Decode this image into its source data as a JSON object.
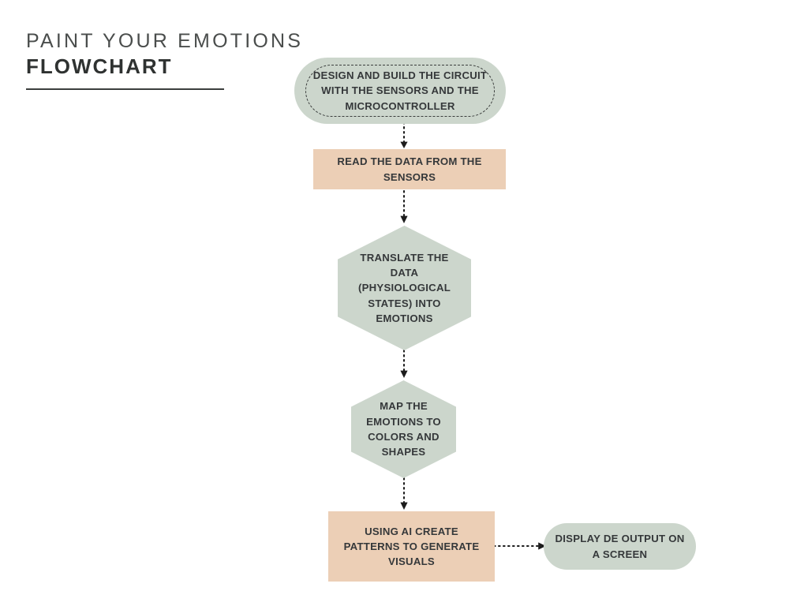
{
  "header": {
    "eyebrow": "PAINT YOUR EMOTIONS",
    "title": "FLOWCHART"
  },
  "colors": {
    "sage_green": "#ccd6cc",
    "peach": "#eccfb6",
    "text_dark": "#35383a",
    "rule": "#3c3f3e",
    "background": "#ffffff",
    "connector": "#1c1c1c"
  },
  "flowchart": {
    "type": "flowchart",
    "orientation": "top-to-bottom",
    "connector_style": "dotted-with-arrowhead",
    "nodes": [
      {
        "id": "node-design-build-circuit",
        "label": "DESIGN AND BUILD THE CIRCUIT WITH THE SENSORS AND THE MICROCONTROLLER",
        "shape": "stadium",
        "fill": "#ccd6cc",
        "outline": "dashed",
        "order": 1
      },
      {
        "id": "node-read-sensor-data",
        "label": "READ THE DATA FROM THE SENSORS",
        "shape": "rectangle",
        "fill": "#eccfb6",
        "outline": "none",
        "order": 2
      },
      {
        "id": "node-translate-data",
        "label": "TRANSLATE THE DATA (PHYSIOLOGICAL STATES) INTO EMOTIONS",
        "shape": "hexagon",
        "fill": "#ccd6cc",
        "outline": "none",
        "order": 3
      },
      {
        "id": "node-map-emotions",
        "label": "MAP THE EMOTIONS TO COLORS AND SHAPES",
        "shape": "hexagon",
        "fill": "#ccd6cc",
        "outline": "none",
        "order": 4
      },
      {
        "id": "node-ai-patterns",
        "label": "USING AI CREATE PATTERNS TO GENERATE VISUALS",
        "shape": "rectangle",
        "fill": "#eccfb6",
        "outline": "none",
        "order": 5
      },
      {
        "id": "node-display-output",
        "label": "DISPLAY DE OUTPUT ON A SCREEN",
        "shape": "stadium",
        "fill": "#ccd6cc",
        "outline": "none",
        "order": 6
      }
    ],
    "edges": [
      {
        "id": "edge-1",
        "from": "node-design-build-circuit",
        "to": "node-read-sensor-data",
        "direction": "down"
      },
      {
        "id": "edge-2",
        "from": "node-read-sensor-data",
        "to": "node-translate-data",
        "direction": "down"
      },
      {
        "id": "edge-3",
        "from": "node-translate-data",
        "to": "node-map-emotions",
        "direction": "down"
      },
      {
        "id": "edge-4",
        "from": "node-map-emotions",
        "to": "node-ai-patterns",
        "direction": "down"
      },
      {
        "id": "edge-5",
        "from": "node-ai-patterns",
        "to": "node-display-output",
        "direction": "right"
      }
    ]
  }
}
